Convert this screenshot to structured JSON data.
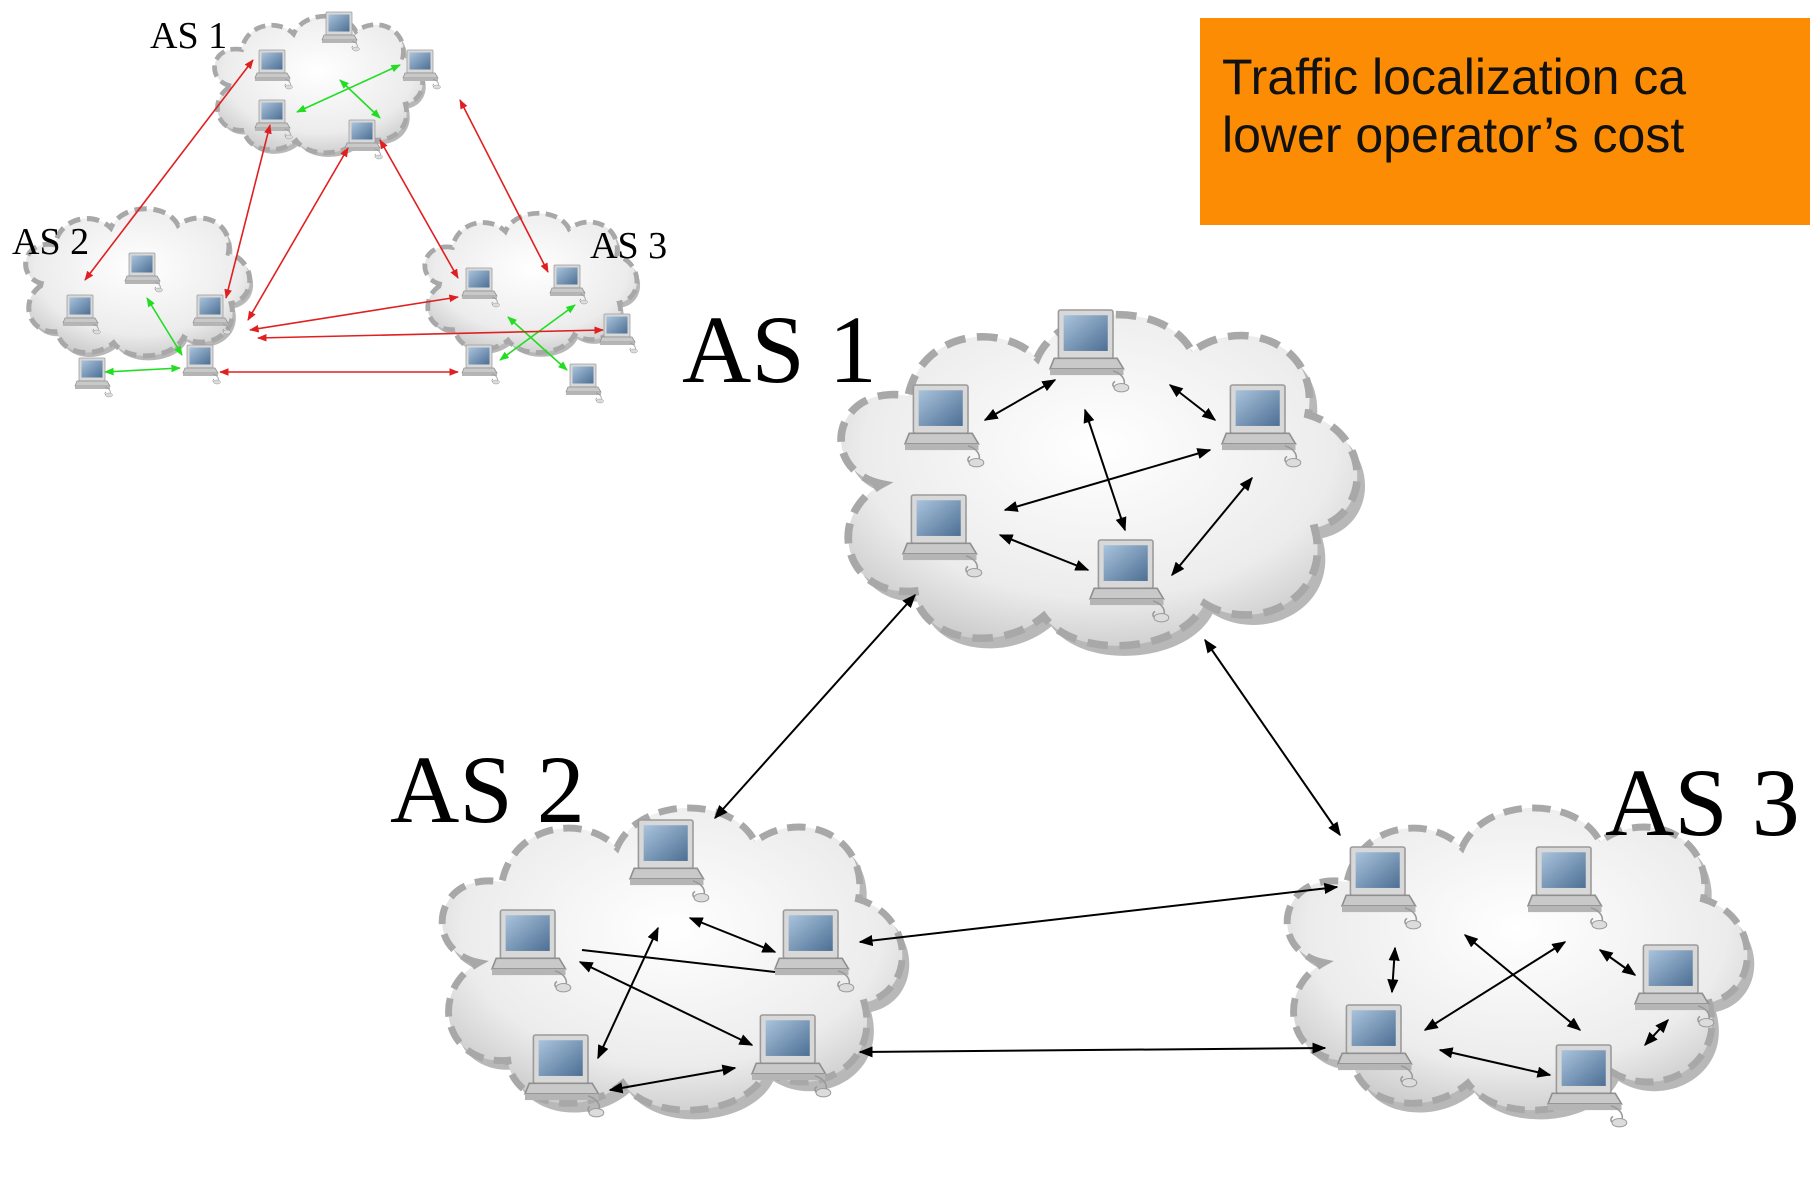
{
  "callout": {
    "line1": "Traffic localization ca",
    "line2": "lower operator’s cost"
  },
  "small_diagram": {
    "labels": {
      "as1": "AS 1",
      "as2": "AS 2",
      "as3": "AS 3"
    },
    "intra_link_color": "#22dd22",
    "inter_link_color": "#e02020"
  },
  "large_diagram": {
    "labels": {
      "as1": "AS 1",
      "as2": "AS 2",
      "as3": "AS 3"
    },
    "link_color": "#000000"
  },
  "icons": {
    "computer": "computer-icon",
    "cloud": "cloud-icon"
  },
  "colors": {
    "callout_background": "#fc8c04",
    "cloud_fill": "#e8e8e8",
    "cloud_dash": "#a8a8a8",
    "screen": "#6f93b8"
  }
}
